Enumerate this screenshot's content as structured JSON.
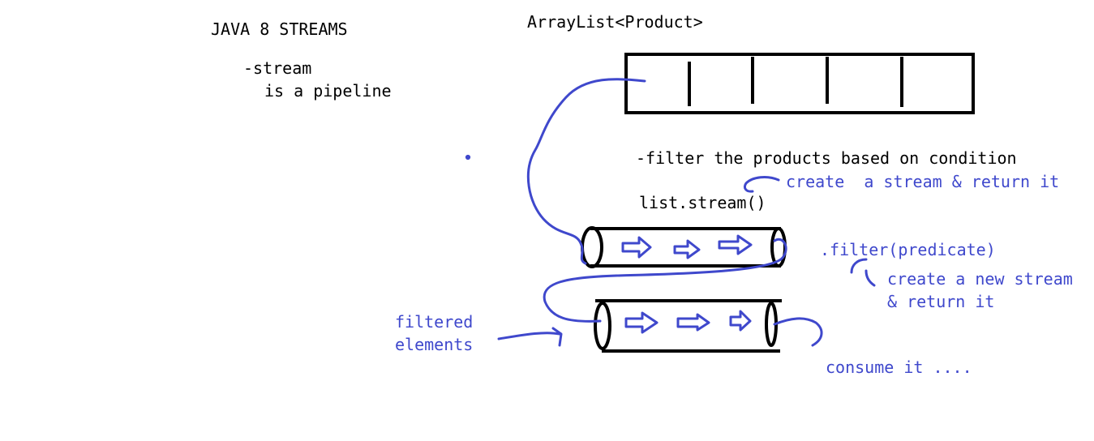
{
  "title": "JAVA 8 STREAMS",
  "notes": {
    "line1": "-stream",
    "line2": "is a pipeline"
  },
  "array_label": "ArrayList<Product>",
  "filter_note": "-filter the products based on condition",
  "create_stream_note": "create  a stream & return it",
  "stream_call": "list.stream()",
  "filter_call": ".filter(predicate)",
  "new_stream_note": {
    "line1": "create a new stream",
    "line2": "& return it"
  },
  "filtered_label": {
    "line1": "filtered",
    "line2": "elements"
  },
  "consume_note": "consume it ....",
  "colors": {
    "ink": "#000000",
    "annotation": "#3f48cc"
  }
}
